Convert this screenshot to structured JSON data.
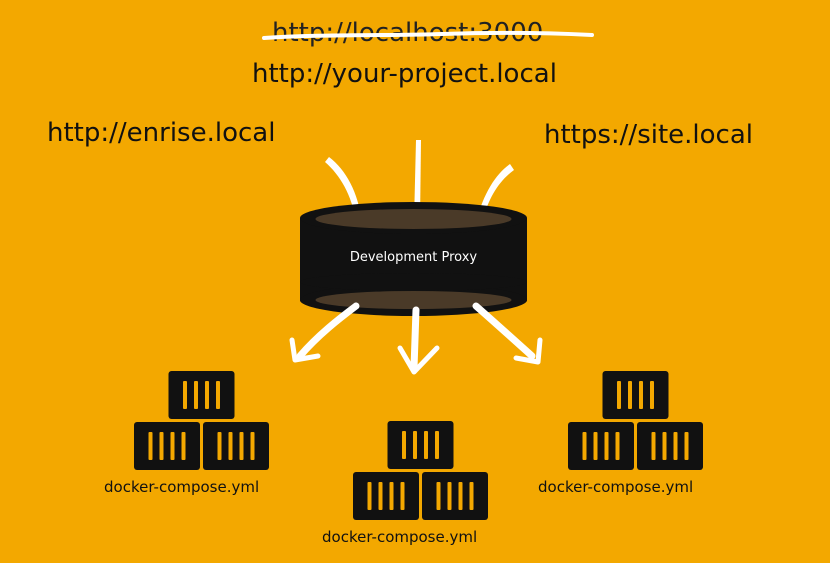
{
  "urls": {
    "old": "http://localhost:3000",
    "main": "http://your-project.local",
    "left": "http://enrise.local",
    "right": "https://site.local"
  },
  "proxy": {
    "label": "Development Proxy"
  },
  "stacks": [
    {
      "file": "docker-compose.yml"
    },
    {
      "file": "docker-compose.yml"
    },
    {
      "file": "docker-compose.yml"
    }
  ],
  "colors": {
    "background": "#F3A800",
    "dark": "#111111",
    "container_slots": "#F3A800",
    "arrows": "#FFFFFF",
    "proxy_ring_inner": "#4A3A28"
  }
}
